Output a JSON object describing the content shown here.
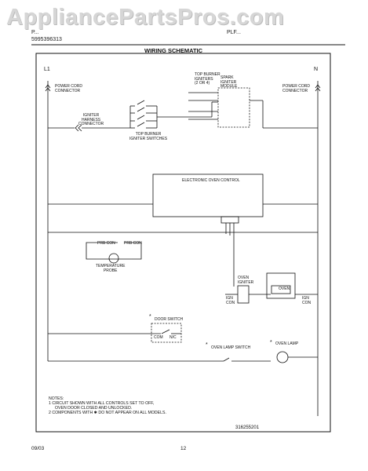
{
  "watermark": "AppliancePartsPros.com",
  "header": {
    "model_left": "P...",
    "part_number": "5995396313",
    "model_right": "PLF...",
    "title": "WIRING SCHEMATIC"
  },
  "diagram": {
    "l1": "L1",
    "n": "N",
    "power_cord_left": [
      "POWER CORD",
      "CONNECTOR"
    ],
    "power_cord_right": [
      "POWER CORD",
      "CONNECTOR"
    ],
    "igniter_harness": [
      "IGNITER",
      "HARNESS",
      "CONNECTOR"
    ],
    "top_burner_switches": [
      "TOP BURNER",
      "IGNITER SWITCHES"
    ],
    "top_burner_igniters": [
      "TOP BURNER",
      "IGNITERS",
      "(2 OR 4)"
    ],
    "spark_module": [
      "SPARK",
      "IGNITER",
      "MODULE"
    ],
    "electronic_oven_control": "ELECTRONIC OVEN CONTROL",
    "prb_con_left": "PRB CON",
    "prb_con_right": "PRB CON",
    "temperature_probe": [
      "TEMPERATURE",
      "PROBE"
    ],
    "oven_igniter": [
      "OVEN",
      "IGNITER"
    ],
    "ign_con_left": [
      "IGN",
      "CON"
    ],
    "ign_con_right": [
      "IGN",
      "CON"
    ],
    "oven_valve": "OVEN",
    "door_switch": "DOOR SWITCH",
    "com": "COM",
    "nc": "N/C",
    "oven_lamp_switch": "OVEN LAMP SWITCH",
    "oven_lamp": "OVEN LAMP",
    "asterisk": "*",
    "doc_number": "316255201"
  },
  "notes": {
    "heading": "NOTES:",
    "line1": "1  CIRCUIT SHOWN WITH ALL CONTROLS SET TO OFF,",
    "line1b": "OVEN DOOR CLOSED AND UNLOCKED.",
    "line2": "2  COMPONENTS WITH ✱ DO NOT APPEAR ON ALL MODELS."
  },
  "footer": {
    "date": "09/03",
    "page": "12"
  }
}
